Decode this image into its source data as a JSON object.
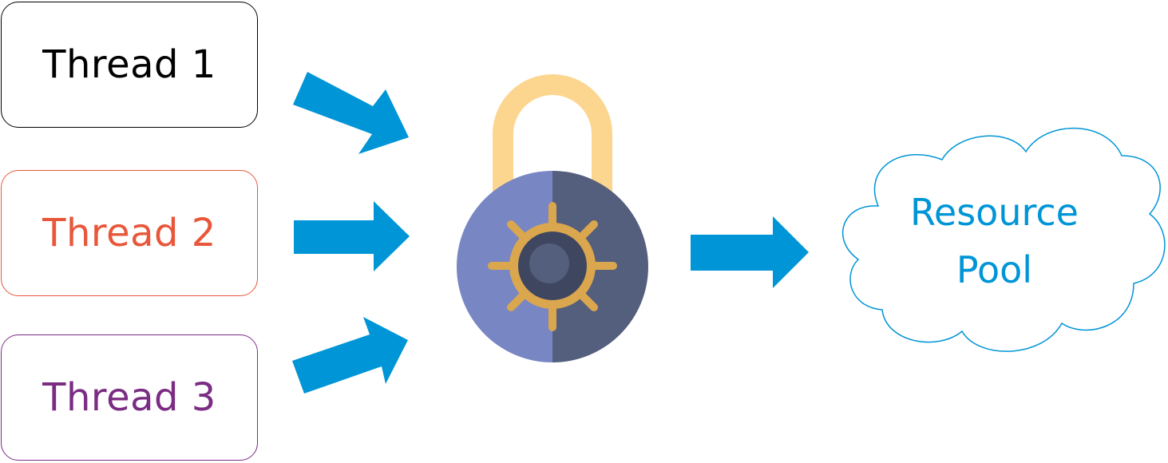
{
  "threads": [
    {
      "label": "Thread 1",
      "color": "#000000",
      "border": "#000000"
    },
    {
      "label": "Thread 2",
      "color": "#E8573A",
      "border": "#E8573A"
    },
    {
      "label": "Thread 3",
      "color": "#7B2C83",
      "border": "#7B2C83"
    }
  ],
  "resource": {
    "line1": "Resource",
    "line2": "Pool",
    "color": "#0095D6"
  },
  "arrow_color": "#0095D6",
  "lock": {
    "icon": "padlock-icon",
    "shackle_color": "#FCD68F",
    "body_left_color": "#7886C3",
    "body_right_color": "#545F7D",
    "dial_color": "#DBA74E"
  }
}
